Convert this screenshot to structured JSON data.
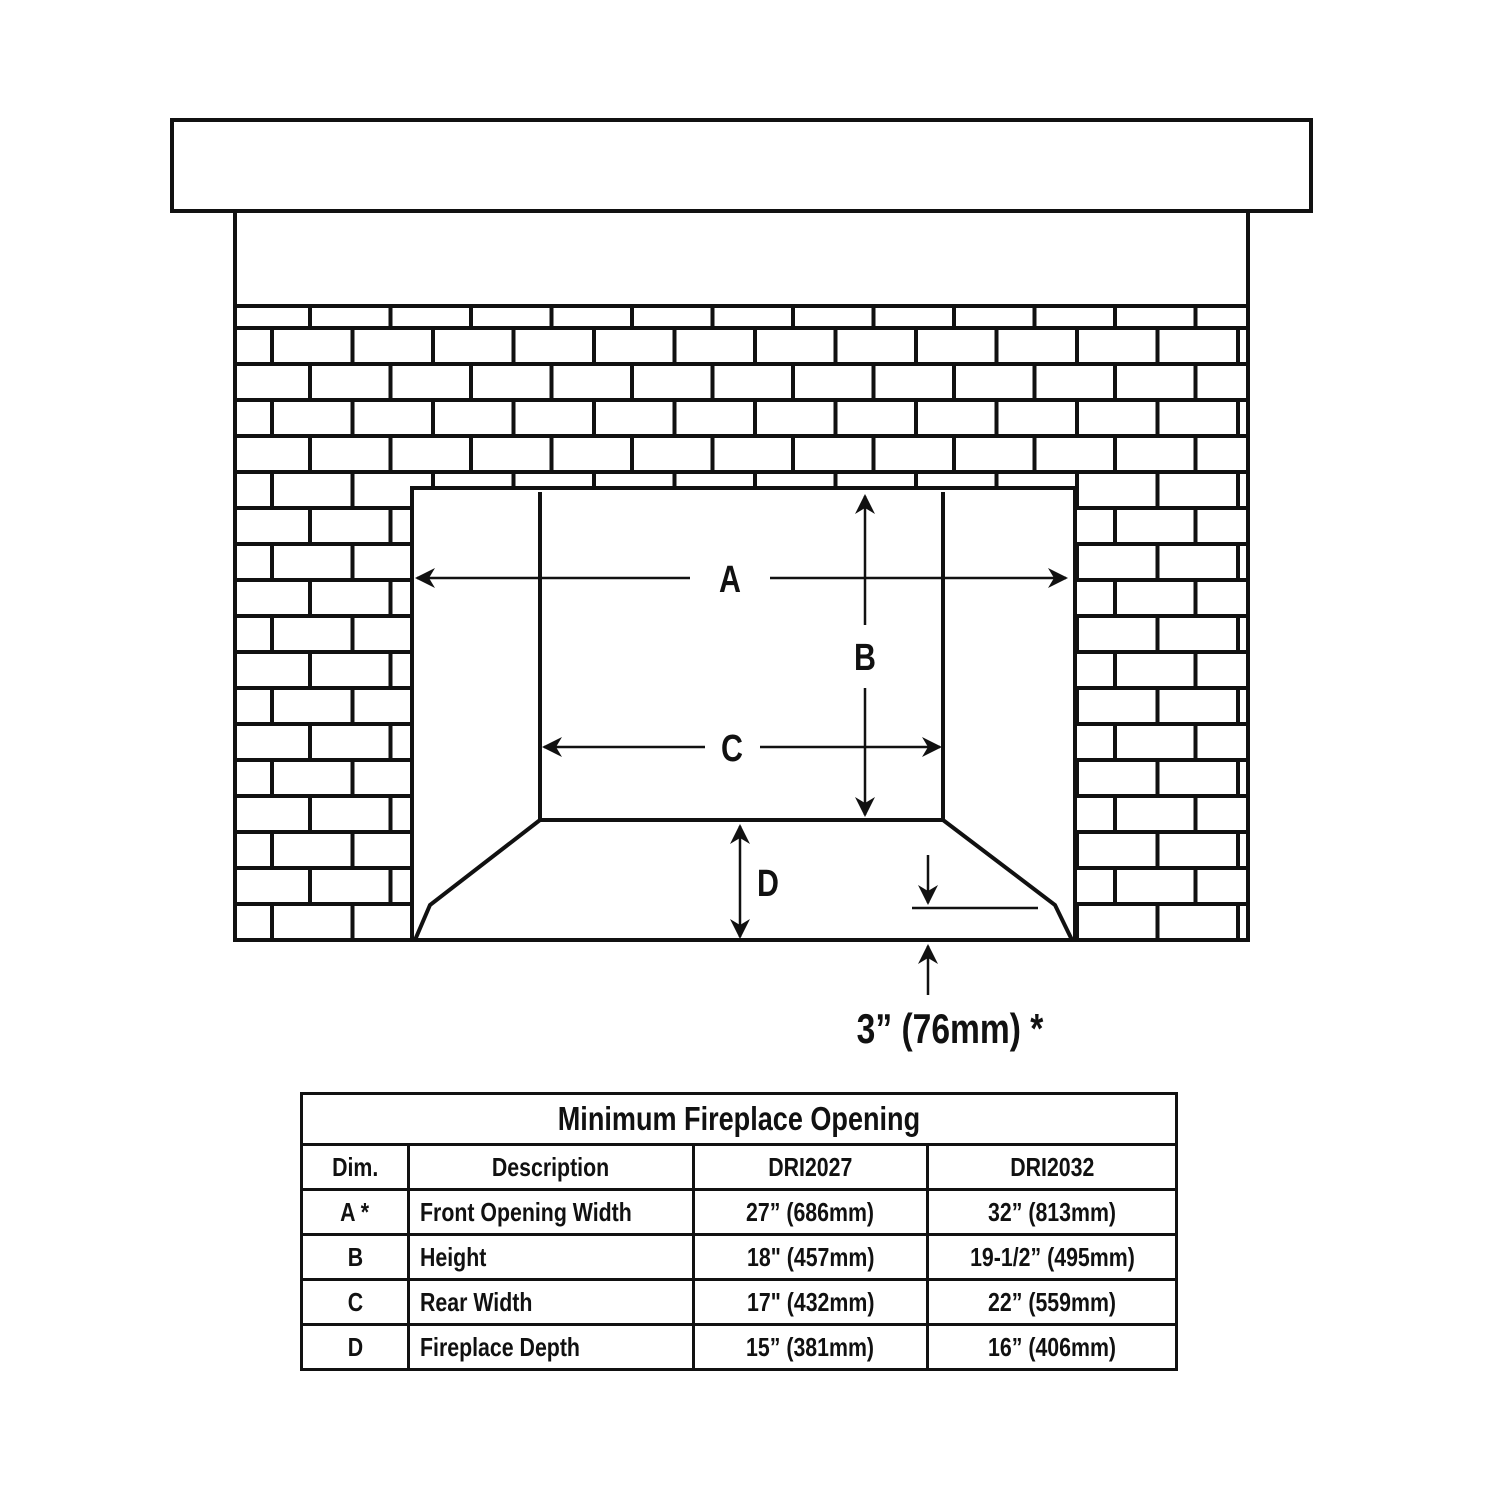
{
  "diagram": {
    "labels": {
      "a": "A",
      "b": "B",
      "c": "C",
      "d": "D"
    },
    "clearance_note": "3” (76mm) *"
  },
  "table": {
    "title": "Minimum Fireplace Opening",
    "headers": [
      "Dim.",
      "Description",
      "DRI2027",
      "DRI2032"
    ],
    "rows": [
      [
        "A *",
        "Front Opening Width",
        "27” (686mm)",
        "32” (813mm)"
      ],
      [
        "B",
        "Height",
        "18\" (457mm)",
        "19-1/2” (495mm)"
      ],
      [
        "C",
        "Rear Width",
        "17\" (432mm)",
        "22” (559mm)"
      ],
      [
        "D",
        "Fireplace Depth",
        "15” (381mm)",
        "16” (406mm)"
      ]
    ]
  }
}
